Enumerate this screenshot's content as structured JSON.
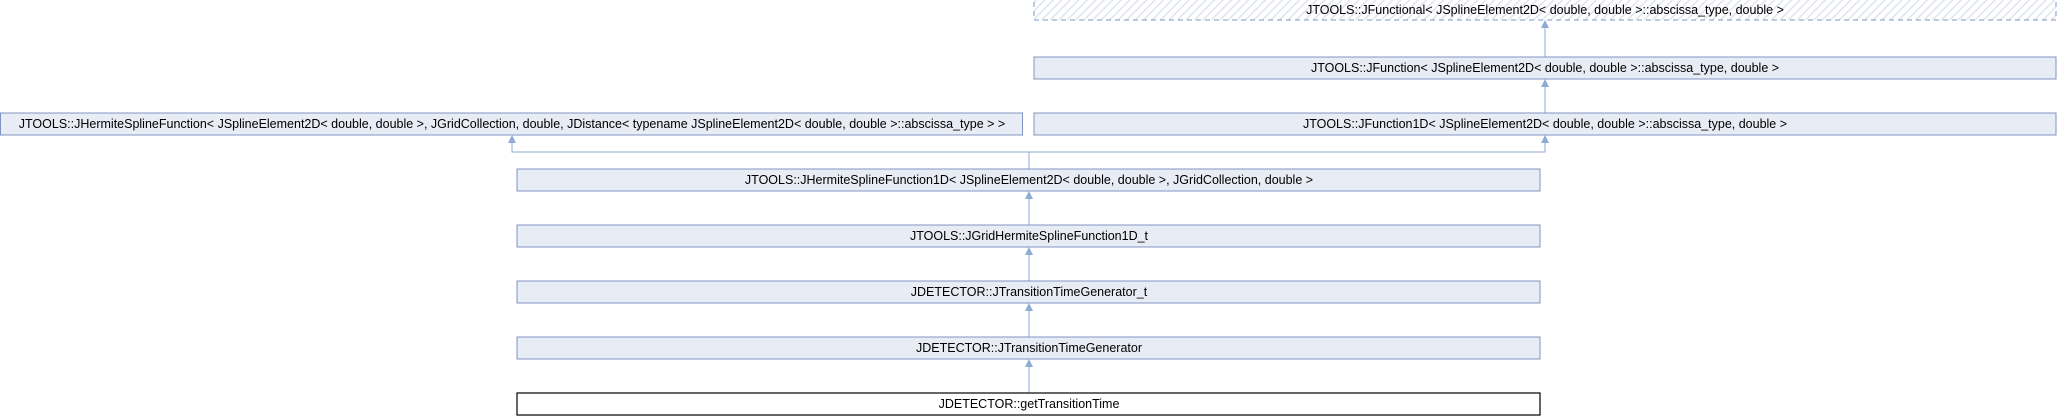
{
  "diagram": {
    "nodes": {
      "jfunctional": "JTOOLS::JFunctional< JSplineElement2D< double, double >::abscissa_type, double >",
      "jfunction": "JTOOLS::JFunction< JSplineElement2D< double, double >::abscissa_type, double >",
      "jhermite": "JTOOLS::JHermiteSplineFunction< JSplineElement2D< double, double >, JGridCollection, double, JDistance< typename JSplineElement2D< double, double >::abscissa_type > >",
      "jfunction1d": "JTOOLS::JFunction1D< JSplineElement2D< double, double >::abscissa_type, double >",
      "jhermite1d": "JTOOLS::JHermiteSplineFunction1D< JSplineElement2D< double, double >, JGridCollection, double >",
      "jgridhermite": "JTOOLS::JGridHermiteSplineFunction1D_t",
      "jttg_t": "JDETECTOR::JTransitionTimeGenerator_t",
      "jttg": "JDETECTOR::JTransitionTimeGenerator",
      "gettransition": "JDETECTOR::getTransitionTime"
    },
    "colors": {
      "node_fill": "#e8ecf5",
      "node_border": "#8094c3",
      "edge": "#8faad6",
      "current_border": "#000000"
    }
  }
}
